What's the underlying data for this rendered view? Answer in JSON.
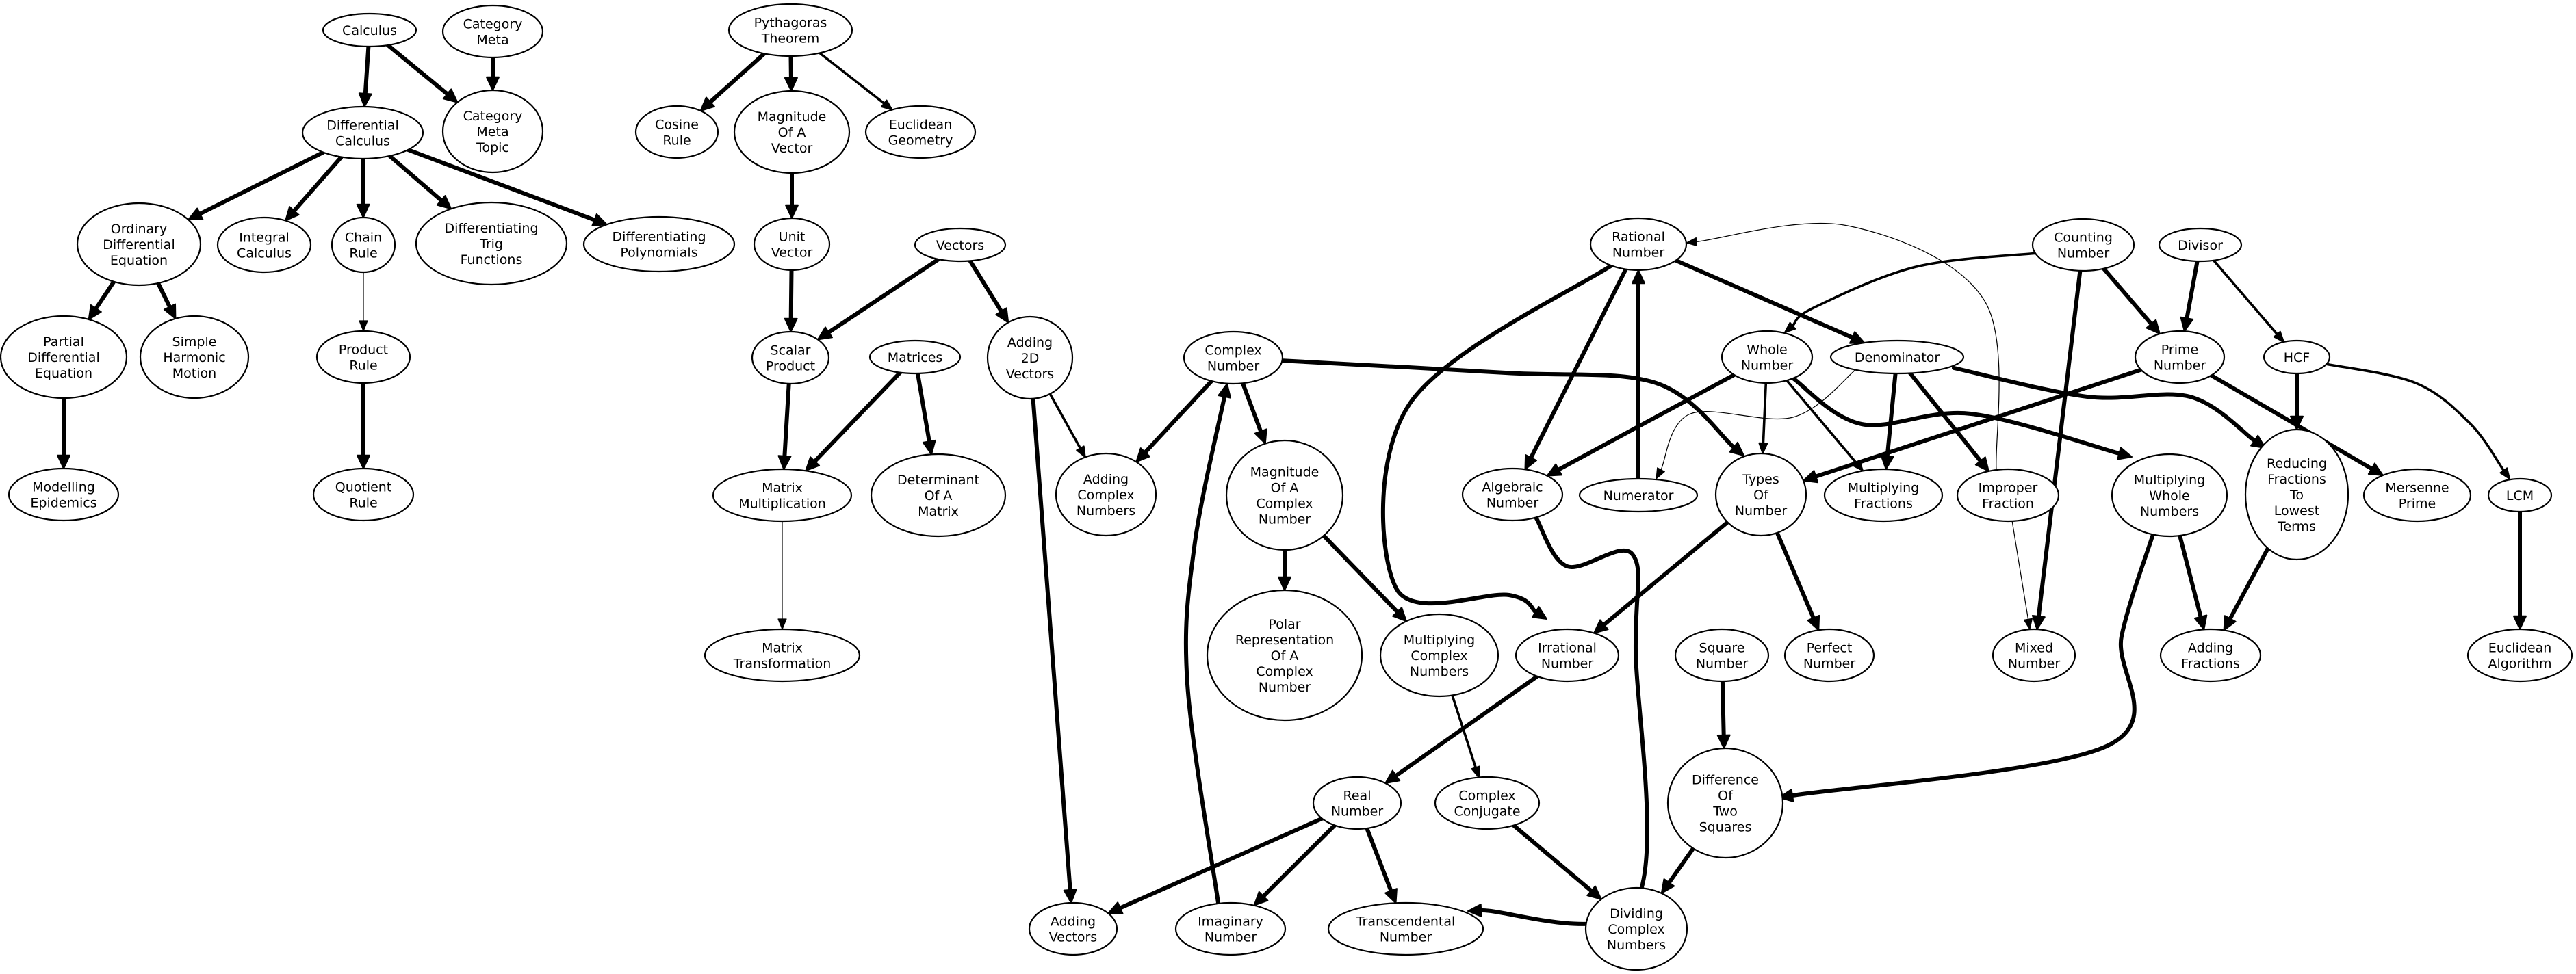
{
  "nodes": [
    {
      "id": "calculus",
      "lines": [
        "Calculus"
      ]
    },
    {
      "id": "category_meta",
      "lines": [
        "Category",
        "Meta"
      ]
    },
    {
      "id": "differential_calculus",
      "lines": [
        "Differential",
        "Calculus"
      ]
    },
    {
      "id": "category_meta_topic",
      "lines": [
        "Category",
        "Meta",
        "Topic"
      ]
    },
    {
      "id": "ode",
      "lines": [
        "Ordinary",
        "Differential",
        "Equation"
      ]
    },
    {
      "id": "integral_calculus",
      "lines": [
        "Integral",
        "Calculus"
      ]
    },
    {
      "id": "chain_rule",
      "lines": [
        "Chain",
        "Rule"
      ]
    },
    {
      "id": "diff_trig",
      "lines": [
        "Differentiating",
        "Trig",
        "Functions"
      ]
    },
    {
      "id": "diff_poly",
      "lines": [
        "Differentiating",
        "Polynomials"
      ]
    },
    {
      "id": "pde",
      "lines": [
        "Partial",
        "Differential",
        "Equation"
      ]
    },
    {
      "id": "shm",
      "lines": [
        "Simple",
        "Harmonic",
        "Motion"
      ]
    },
    {
      "id": "product_rule",
      "lines": [
        "Product",
        "Rule"
      ]
    },
    {
      "id": "modelling_epidemics",
      "lines": [
        "Modelling",
        "Epidemics"
      ]
    },
    {
      "id": "quotient_rule",
      "lines": [
        "Quotient",
        "Rule"
      ]
    },
    {
      "id": "pythagoras",
      "lines": [
        "Pythagoras",
        "Theorem"
      ]
    },
    {
      "id": "cosine_rule",
      "lines": [
        "Cosine",
        "Rule"
      ]
    },
    {
      "id": "magnitude_vector",
      "lines": [
        "Magnitude",
        "Of A",
        "Vector"
      ]
    },
    {
      "id": "euclidean_geometry",
      "lines": [
        "Euclidean",
        "Geometry"
      ]
    },
    {
      "id": "unit_vector",
      "lines": [
        "Unit",
        "Vector"
      ]
    },
    {
      "id": "vectors",
      "lines": [
        "Vectors"
      ]
    },
    {
      "id": "scalar_product",
      "lines": [
        "Scalar",
        "Product"
      ]
    },
    {
      "id": "matrices",
      "lines": [
        "Matrices"
      ]
    },
    {
      "id": "adding_2d_vectors",
      "lines": [
        "Adding",
        "2D",
        "Vectors"
      ]
    },
    {
      "id": "matrix_multiplication",
      "lines": [
        "Matrix",
        "Multiplication"
      ]
    },
    {
      "id": "determinant_matrix",
      "lines": [
        "Determinant",
        "Of A",
        "Matrix"
      ]
    },
    {
      "id": "matrix_transformation",
      "lines": [
        "Matrix",
        "Transformation"
      ]
    },
    {
      "id": "complex_number",
      "lines": [
        "Complex",
        "Number"
      ]
    },
    {
      "id": "adding_complex_numbers",
      "lines": [
        "Adding",
        "Complex",
        "Numbers"
      ]
    },
    {
      "id": "magnitude_complex",
      "lines": [
        "Magnitude",
        "Of A",
        "Complex",
        "Number"
      ]
    },
    {
      "id": "polar_representation",
      "lines": [
        "Polar",
        "Representation",
        "Of A",
        "Complex",
        "Number"
      ]
    },
    {
      "id": "multiplying_complex",
      "lines": [
        "Multiplying",
        "Complex",
        "Numbers"
      ]
    },
    {
      "id": "complex_conjugate",
      "lines": [
        "Complex",
        "Conjugate"
      ]
    },
    {
      "id": "real_number",
      "lines": [
        "Real",
        "Number"
      ]
    },
    {
      "id": "adding_vectors",
      "lines": [
        "Adding",
        "Vectors"
      ]
    },
    {
      "id": "imaginary_number",
      "lines": [
        "Imaginary",
        "Number"
      ]
    },
    {
      "id": "transcendental_number",
      "lines": [
        "Transcendental",
        "Number"
      ]
    },
    {
      "id": "dividing_complex",
      "lines": [
        "Dividing",
        "Complex",
        "Numbers"
      ]
    },
    {
      "id": "rational_number",
      "lines": [
        "Rational",
        "Number"
      ]
    },
    {
      "id": "whole_number",
      "lines": [
        "Whole",
        "Number"
      ]
    },
    {
      "id": "denominator",
      "lines": [
        "Denominator"
      ]
    },
    {
      "id": "algebraic_number",
      "lines": [
        "Algebraic",
        "Number"
      ]
    },
    {
      "id": "numerator",
      "lines": [
        "Numerator"
      ]
    },
    {
      "id": "types_of_number",
      "lines": [
        "Types",
        "Of",
        "Number"
      ]
    },
    {
      "id": "multiplying_fractions",
      "lines": [
        "Multiplying",
        "Fractions"
      ]
    },
    {
      "id": "improper_fraction",
      "lines": [
        "Improper",
        "Fraction"
      ]
    },
    {
      "id": "irrational_number",
      "lines": [
        "Irrational",
        "Number"
      ]
    },
    {
      "id": "square_number",
      "lines": [
        "Square",
        "Number"
      ]
    },
    {
      "id": "perfect_number",
      "lines": [
        "Perfect",
        "Number"
      ]
    },
    {
      "id": "mixed_number",
      "lines": [
        "Mixed",
        "Number"
      ]
    },
    {
      "id": "difference_two_squares",
      "lines": [
        "Difference",
        "Of",
        "Two",
        "Squares"
      ]
    },
    {
      "id": "counting_number",
      "lines": [
        "Counting",
        "Number"
      ]
    },
    {
      "id": "divisor",
      "lines": [
        "Divisor"
      ]
    },
    {
      "id": "prime_number",
      "lines": [
        "Prime",
        "Number"
      ]
    },
    {
      "id": "hcf",
      "lines": [
        "HCF"
      ]
    },
    {
      "id": "multiplying_whole",
      "lines": [
        "Multiplying",
        "Whole",
        "Numbers"
      ]
    },
    {
      "id": "reducing_fractions",
      "lines": [
        "Reducing",
        "Fractions",
        "To",
        "Lowest",
        "Terms"
      ]
    },
    {
      "id": "mersenne_prime",
      "lines": [
        "Mersenne",
        "Prime"
      ]
    },
    {
      "id": "lcm",
      "lines": [
        "LCM"
      ]
    },
    {
      "id": "adding_fractions",
      "lines": [
        "Adding",
        "Fractions"
      ]
    },
    {
      "id": "euclidean_algorithm",
      "lines": [
        "Euclidean",
        "Algorithm"
      ]
    }
  ],
  "edges": [
    {
      "from": "calculus",
      "to": "differential_calculus",
      "weight": "heavy"
    },
    {
      "from": "calculus",
      "to": "category_meta_topic",
      "weight": "heavy"
    },
    {
      "from": "category_meta",
      "to": "category_meta_topic",
      "weight": "heavy"
    },
    {
      "from": "differential_calculus",
      "to": "ode",
      "weight": "heavy"
    },
    {
      "from": "differential_calculus",
      "to": "integral_calculus",
      "weight": "heavy"
    },
    {
      "from": "differential_calculus",
      "to": "chain_rule",
      "weight": "heavy"
    },
    {
      "from": "differential_calculus",
      "to": "diff_trig",
      "weight": "heavy"
    },
    {
      "from": "differential_calculus",
      "to": "diff_poly",
      "weight": "heavy"
    },
    {
      "from": "ode",
      "to": "pde",
      "weight": "heavy"
    },
    {
      "from": "ode",
      "to": "shm",
      "weight": "heavy"
    },
    {
      "from": "pde",
      "to": "modelling_epidemics",
      "weight": "heavy"
    },
    {
      "from": "chain_rule",
      "to": "product_rule",
      "weight": "thin"
    },
    {
      "from": "product_rule",
      "to": "quotient_rule",
      "weight": "heavy"
    },
    {
      "from": "pythagoras",
      "to": "cosine_rule",
      "weight": "heavy"
    },
    {
      "from": "pythagoras",
      "to": "magnitude_vector",
      "weight": "heavy"
    },
    {
      "from": "pythagoras",
      "to": "euclidean_geometry",
      "weight": "medium"
    },
    {
      "from": "magnitude_vector",
      "to": "unit_vector",
      "weight": "heavy"
    },
    {
      "from": "unit_vector",
      "to": "scalar_product",
      "weight": "heavy"
    },
    {
      "from": "vectors",
      "to": "scalar_product",
      "weight": "heavy"
    },
    {
      "from": "vectors",
      "to": "adding_2d_vectors",
      "weight": "heavy"
    },
    {
      "from": "scalar_product",
      "to": "matrix_multiplication",
      "weight": "heavy"
    },
    {
      "from": "matrices",
      "to": "matrix_multiplication",
      "weight": "heavy"
    },
    {
      "from": "matrices",
      "to": "determinant_matrix",
      "weight": "heavy"
    },
    {
      "from": "matrix_multiplication",
      "to": "matrix_transformation",
      "weight": "thin"
    },
    {
      "from": "adding_2d_vectors",
      "to": "adding_complex_numbers",
      "weight": "medium"
    },
    {
      "from": "adding_2d_vectors",
      "to": "adding_vectors",
      "weight": "heavy"
    },
    {
      "from": "complex_number",
      "to": "adding_complex_numbers",
      "weight": "heavy"
    },
    {
      "from": "complex_number",
      "to": "magnitude_complex",
      "weight": "heavy"
    },
    {
      "from": "complex_number",
      "to": "types_of_number",
      "weight": "heavy"
    },
    {
      "from": "magnitude_complex",
      "to": "polar_representation",
      "weight": "heavy"
    },
    {
      "from": "magnitude_complex",
      "to": "multiplying_complex",
      "weight": "heavy"
    },
    {
      "from": "multiplying_complex",
      "to": "complex_conjugate",
      "weight": "medium"
    },
    {
      "from": "complex_conjugate",
      "to": "dividing_complex",
      "weight": "heavy"
    },
    {
      "from": "imaginary_number",
      "to": "complex_number",
      "weight": "heavy"
    },
    {
      "from": "real_number",
      "to": "adding_vectors",
      "weight": "heavy"
    },
    {
      "from": "real_number",
      "to": "imaginary_number",
      "weight": "heavy"
    },
    {
      "from": "real_number",
      "to": "transcendental_number",
      "weight": "heavy"
    },
    {
      "from": "irrational_number",
      "to": "real_number",
      "weight": "heavy"
    },
    {
      "from": "algebraic_number",
      "to": "transcendental_number",
      "weight": "heavy"
    },
    {
      "from": "rational_number",
      "to": "denominator",
      "weight": "heavy"
    },
    {
      "from": "rational_number",
      "to": "algebraic_number",
      "weight": "heavy"
    },
    {
      "from": "rational_number",
      "to": "irrational_number",
      "weight": "heavy"
    },
    {
      "from": "numerator",
      "to": "rational_number",
      "weight": "heavy"
    },
    {
      "from": "improper_fraction",
      "to": "rational_number",
      "weight": "thin"
    },
    {
      "from": "denominator",
      "to": "numerator",
      "weight": "thin"
    },
    {
      "from": "denominator",
      "to": "multiplying_fractions",
      "weight": "heavy"
    },
    {
      "from": "denominator",
      "to": "improper_fraction",
      "weight": "heavy"
    },
    {
      "from": "denominator",
      "to": "reducing_fractions",
      "weight": "heavy"
    },
    {
      "from": "whole_number",
      "to": "algebraic_number",
      "weight": "heavy"
    },
    {
      "from": "whole_number",
      "to": "types_of_number",
      "weight": "medium"
    },
    {
      "from": "whole_number",
      "to": "multiplying_fractions",
      "weight": "medium"
    },
    {
      "from": "whole_number",
      "to": "multiplying_whole",
      "weight": "heavy"
    },
    {
      "from": "types_of_number",
      "to": "irrational_number",
      "weight": "heavy"
    },
    {
      "from": "types_of_number",
      "to": "perfect_number",
      "weight": "heavy"
    },
    {
      "from": "square_number",
      "to": "difference_two_squares",
      "weight": "heavy"
    },
    {
      "from": "difference_two_squares",
      "to": "dividing_complex",
      "weight": "heavy"
    },
    {
      "from": "improper_fraction",
      "to": "mixed_number",
      "weight": "thin"
    },
    {
      "from": "counting_number",
      "to": "whole_number",
      "weight": "medium"
    },
    {
      "from": "counting_number",
      "to": "prime_number",
      "weight": "heavy"
    },
    {
      "from": "counting_number",
      "to": "mixed_number",
      "weight": "heavy"
    },
    {
      "from": "divisor",
      "to": "prime_number",
      "weight": "heavy"
    },
    {
      "from": "divisor",
      "to": "hcf",
      "weight": "medium"
    },
    {
      "from": "prime_number",
      "to": "types_of_number",
      "weight": "heavy"
    },
    {
      "from": "prime_number",
      "to": "mersenne_prime",
      "weight": "heavy"
    },
    {
      "from": "hcf",
      "to": "reducing_fractions",
      "weight": "heavy"
    },
    {
      "from": "hcf",
      "to": "lcm",
      "weight": "medium"
    },
    {
      "from": "multiplying_whole",
      "to": "adding_fractions",
      "weight": "heavy"
    },
    {
      "from": "multiplying_whole",
      "to": "difference_two_squares",
      "weight": "heavy"
    },
    {
      "from": "reducing_fractions",
      "to": "adding_fractions",
      "weight": "heavy"
    },
    {
      "from": "lcm",
      "to": "euclidean_algorithm",
      "weight": "heavy"
    }
  ]
}
